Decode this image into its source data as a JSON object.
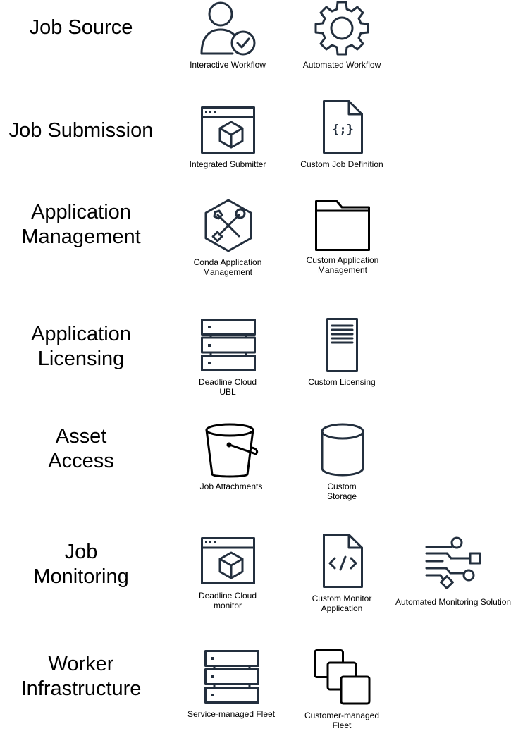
{
  "rows": [
    {
      "label": [
        "Job Source"
      ]
    },
    {
      "label": [
        "Job Submission"
      ]
    },
    {
      "label": [
        "Application",
        "Management"
      ]
    },
    {
      "label": [
        "Application",
        "Licensing"
      ]
    },
    {
      "label": [
        "Asset",
        "Access"
      ]
    },
    {
      "label": [
        "Job",
        "Monitoring"
      ]
    },
    {
      "label": [
        "Worker",
        "Infrastructure"
      ]
    }
  ],
  "nodes": {
    "interactive_workflow": {
      "caption": [
        "Interactive Workflow"
      ],
      "icon": "user-check-icon"
    },
    "automated_workflow": {
      "caption": [
        "Automated Workflow"
      ],
      "icon": "gear-icon"
    },
    "integrated_submitter": {
      "caption": [
        "Integrated Submitter"
      ],
      "icon": "app-window-cube-icon"
    },
    "custom_job_definition": {
      "caption": [
        "Custom Job Definition"
      ],
      "icon": "json-file-icon"
    },
    "conda_app_mgmt": {
      "caption": [
        "Conda Application",
        "Management"
      ],
      "icon": "tools-hexagon-icon"
    },
    "custom_app_mgmt": {
      "caption": [
        "Custom Application",
        "Management"
      ],
      "icon": "folder-icon"
    },
    "deadline_ubl": {
      "caption": [
        "Deadline Cloud",
        "UBL"
      ],
      "icon": "server-stack-icon"
    },
    "custom_licensing": {
      "caption": [
        "Custom Licensing"
      ],
      "icon": "server-tower-icon"
    },
    "job_attachments": {
      "caption": [
        "Job Attachments"
      ],
      "icon": "bucket-icon"
    },
    "custom_storage": {
      "caption": [
        "Custom",
        "Storage"
      ],
      "icon": "cylinder-icon"
    },
    "deadline_monitor": {
      "caption": [
        "Deadline Cloud",
        "monitor"
      ],
      "icon": "app-window-cube-icon"
    },
    "custom_monitor_app": {
      "caption": [
        "Custom Monitor",
        "Application"
      ],
      "icon": "code-file-icon"
    },
    "automated_monitoring": {
      "caption": [
        "Automated Monitoring Solution"
      ],
      "icon": "circuit-lines-icon"
    },
    "service_managed_fleet": {
      "caption": [
        "Service-managed Fleet"
      ],
      "icon": "server-stack-icon"
    },
    "customer_managed_fleet": {
      "caption": [
        "Customer-managed",
        "Fleet"
      ],
      "icon": "stacked-squares-icon"
    }
  }
}
